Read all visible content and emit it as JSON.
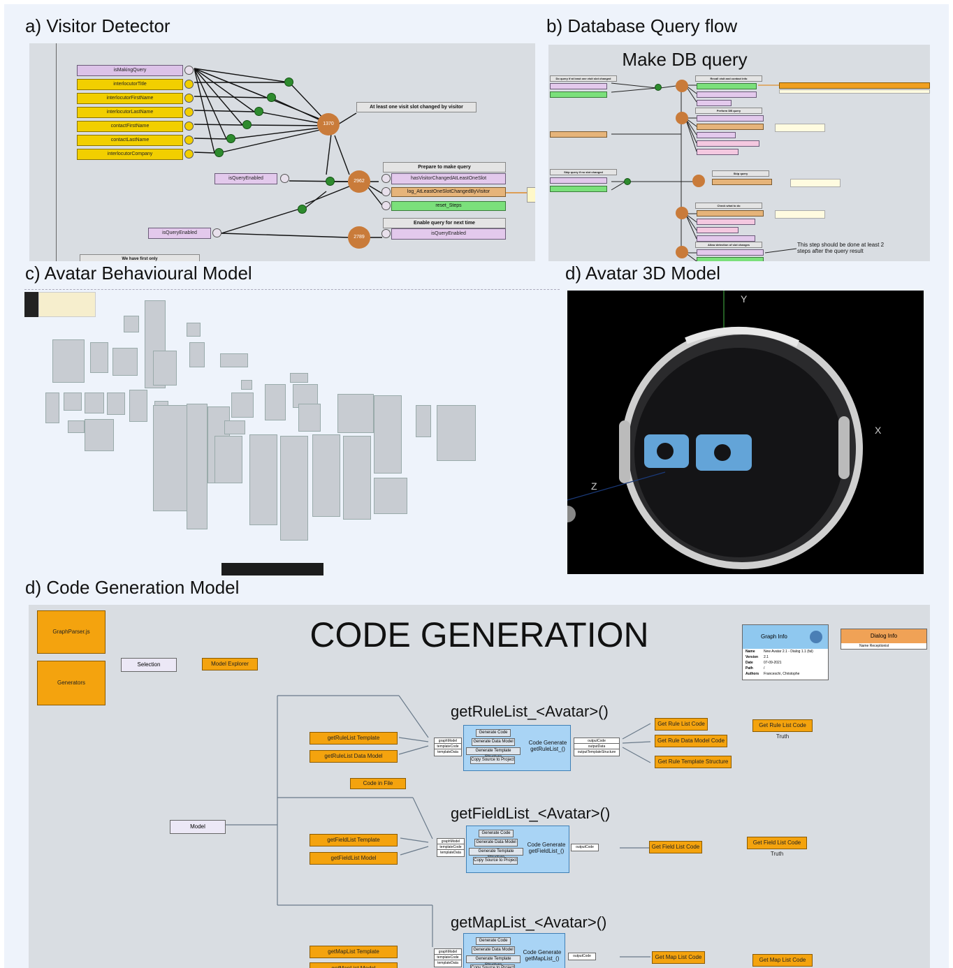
{
  "titles": {
    "a": "a) Visitor Detector",
    "b": "b) Database Query flow",
    "c": "c) Avatar Behavioural Model",
    "d3": "d) Avatar 3D Model",
    "dcode": "d) Code Generation Model"
  },
  "visitor": {
    "inputs": [
      "isMakingQuery",
      "interlocutorTitle",
      "interlocutorFirstName",
      "interlocutorLastName",
      "contactFirstName",
      "contactLastName",
      "interlocutorCompany"
    ],
    "query_enabled": "isQueryEnabled",
    "nodes": [
      "1370",
      "2962",
      "2789"
    ],
    "labels": [
      "At least one visit slot changed by visitor",
      "Prepare to make query",
      "Enable query for next time"
    ],
    "outputs": [
      "hasVisitorChangedAtLeastOneSlot",
      "log_AtLeastOneSlotChangedByVisitor",
      "reset_Steps",
      "isQueryEnabled"
    ],
    "footer": "We have first only"
  },
  "db": {
    "title": "Make DB query",
    "note": "This step should be done at least 2 steps after the query result",
    "sections": [
      "Do query if at least one visit slot changed",
      "Recall visit and contact info",
      "Perform DB query",
      "Skip query if no slot changed",
      "Skip query",
      "Check what to do",
      "Allow detection of slot changes"
    ]
  },
  "model3d": {
    "axes": {
      "y": "Y",
      "x": "X",
      "z": "Z"
    }
  },
  "codegen": {
    "title": "CODE GENERATION",
    "left": [
      "GraphParser.js",
      "Generators"
    ],
    "selection": "Selection",
    "model_explorer": "Model Explorer",
    "model": "Model",
    "code_in_file": "Code in File",
    "graph_info": {
      "title": "Graph Info",
      "rows": [
        [
          "Name",
          "New Avatar 2.1 - Dialog 1.1 (fal)"
        ],
        [
          "Version",
          "2.1"
        ],
        [
          "Date",
          "07-09-2021"
        ],
        [
          "Path",
          "/"
        ],
        [
          "Authors",
          "Franceschi, Christophe"
        ]
      ]
    },
    "dialog_info": {
      "title": "Dialog Info",
      "name_label": "Name",
      "name_value": "Receptionist"
    },
    "buttons": [
      "Generate Code",
      "Generate Data Model",
      "Generate Template Structure",
      "Copy Source to Project"
    ],
    "rule": {
      "name": "getRuleList_<Avatar>()",
      "inputs": [
        "getRuleList Template",
        "getRuleList Data Model"
      ],
      "ports_in": [
        "graphModel",
        "templateCode",
        "templateData"
      ],
      "block": "Code Generate getRuleList_()",
      "ports_out": [
        "outputCode",
        "outputData",
        "outputTemplateStructure"
      ],
      "outputs": [
        "Get Rule List Code",
        "Get Rule Data Model Code",
        "Get Rule Template Structure"
      ],
      "truth": "Get Rule List Code Truth"
    },
    "field": {
      "name": "getFieldList_<Avatar>()",
      "inputs": [
        "getFieldList Template",
        "getFieldList Model"
      ],
      "ports_in": [
        "graphModel",
        "templateCode",
        "templateData"
      ],
      "block": "Code Generate getFieldList_()",
      "ports_out": [
        "outputCode"
      ],
      "outputs": [
        "Get Field List Code"
      ],
      "truth": "Get Field List Code Truth"
    },
    "map": {
      "name": "getMapList_<Avatar>()",
      "inputs": [
        "getMapList Template",
        "getMapList Model"
      ],
      "ports_in": [
        "graphModel",
        "templateCode",
        "templateData"
      ],
      "block": "Code Generate getMapList_()",
      "ports_out": [
        "outputCode"
      ],
      "outputs": [
        "Get Map List Code"
      ],
      "truth": "Get Map List Code Truth"
    }
  }
}
